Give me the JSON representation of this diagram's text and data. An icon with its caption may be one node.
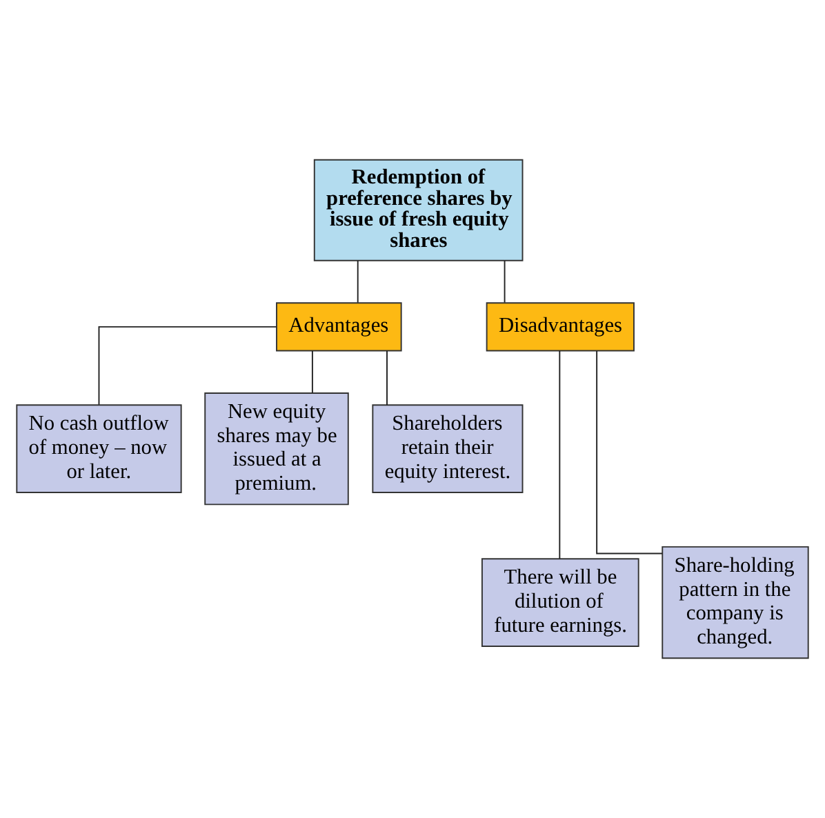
{
  "diagram": {
    "nodes": [
      {
        "text": [
          "Redemption of preference shares by issue of fresh equity shares"
        ]
      },
      {
        "text": [
          "Advantages"
        ]
      },
      {
        "text": [
          "Disadvantages"
        ]
      },
      {
        "text": [
          "No cash outflow of money – now or later."
        ]
      },
      {
        "text": [
          "New equity shares may be issued at a premium."
        ]
      },
      {
        "text": [
          "Shareholders retain their equity interest."
        ]
      },
      {
        "text": [
          "There will be dilution of future earnings."
        ]
      },
      {
        "text": [
          "Share-holding pattern in the company is changed."
        ]
      }
    ],
    "edges": [
      {
        "from": 0,
        "to": 1,
        "arrow": "none"
      },
      {
        "from": 0,
        "to": 2,
        "arrow": "none"
      },
      {
        "from": 1,
        "to": 3,
        "arrow": "none"
      },
      {
        "from": 1,
        "to": 4,
        "arrow": "none"
      },
      {
        "from": 1,
        "to": 5,
        "arrow": "none"
      },
      {
        "from": 2,
        "to": 6,
        "arrow": "none"
      },
      {
        "from": 2,
        "to": 7,
        "arrow": "none"
      }
    ]
  }
}
